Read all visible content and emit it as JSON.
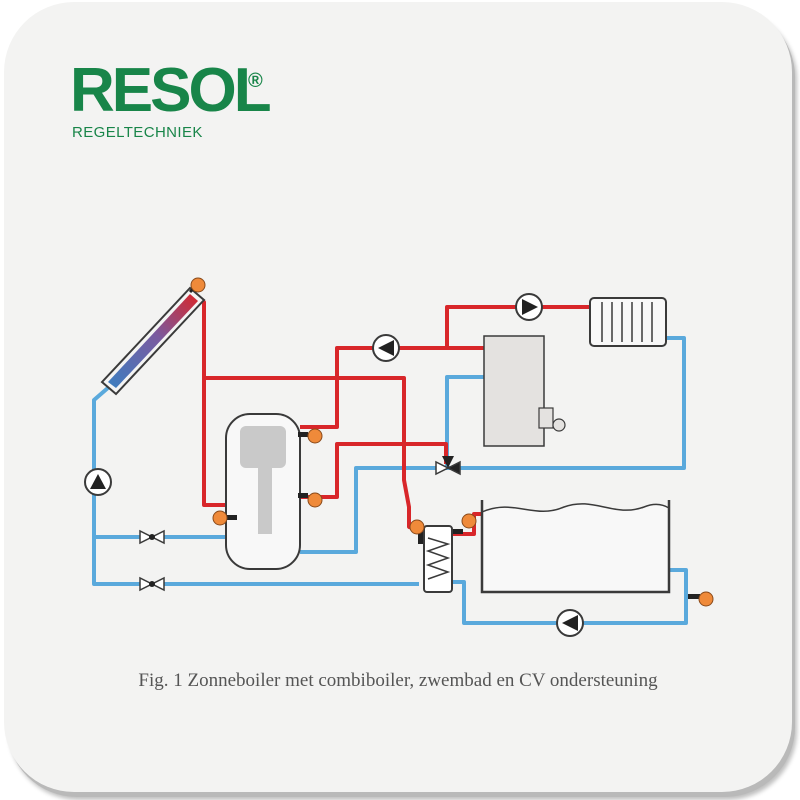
{
  "logo": {
    "name": "RESOL",
    "registered_mark": "®",
    "subtitle": "REGELTECHNIEK"
  },
  "caption": "Fig. 1 Zonneboiler met combiboiler, zwembad en CV ondersteuning",
  "colors": {
    "hot_pipe": "#d8262a",
    "cold_pipe": "#5aa9dc",
    "sensor": "#ef8a3a",
    "equipment_fill": "#e4e2e0",
    "brand_green": "#188549"
  }
}
